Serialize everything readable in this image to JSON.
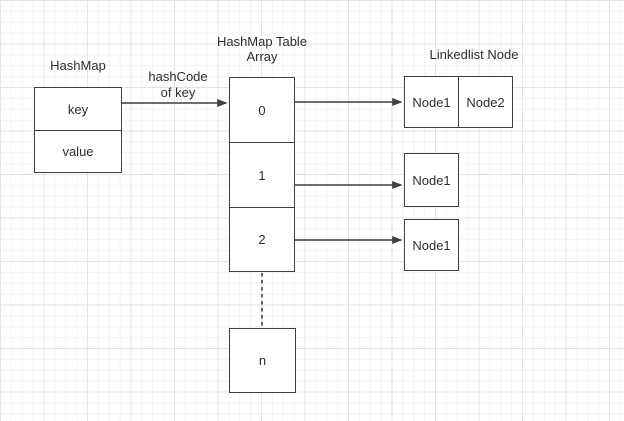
{
  "canvas": {
    "background_color": "#ffffff",
    "grid_minor_color": "#f4f4f4",
    "grid_major_color": "#e4e4e4",
    "stroke_color": "#3f3f3f",
    "text_color": "#2e2e2e"
  },
  "diagram": {
    "hashmap": {
      "title": "HashMap",
      "cells": [
        "key",
        "value"
      ]
    },
    "hash_arrow_label": "hashCode\nof key",
    "array": {
      "title": "HashMap Table\nArray",
      "cells": [
        "0",
        "1",
        "2"
      ],
      "tail_cell": "n"
    },
    "linkedlist": {
      "title": "Linkedlist Node",
      "row1": [
        "Node1",
        "Node2"
      ],
      "row2": [
        "Node1"
      ],
      "row3": [
        "Node1"
      ]
    }
  }
}
